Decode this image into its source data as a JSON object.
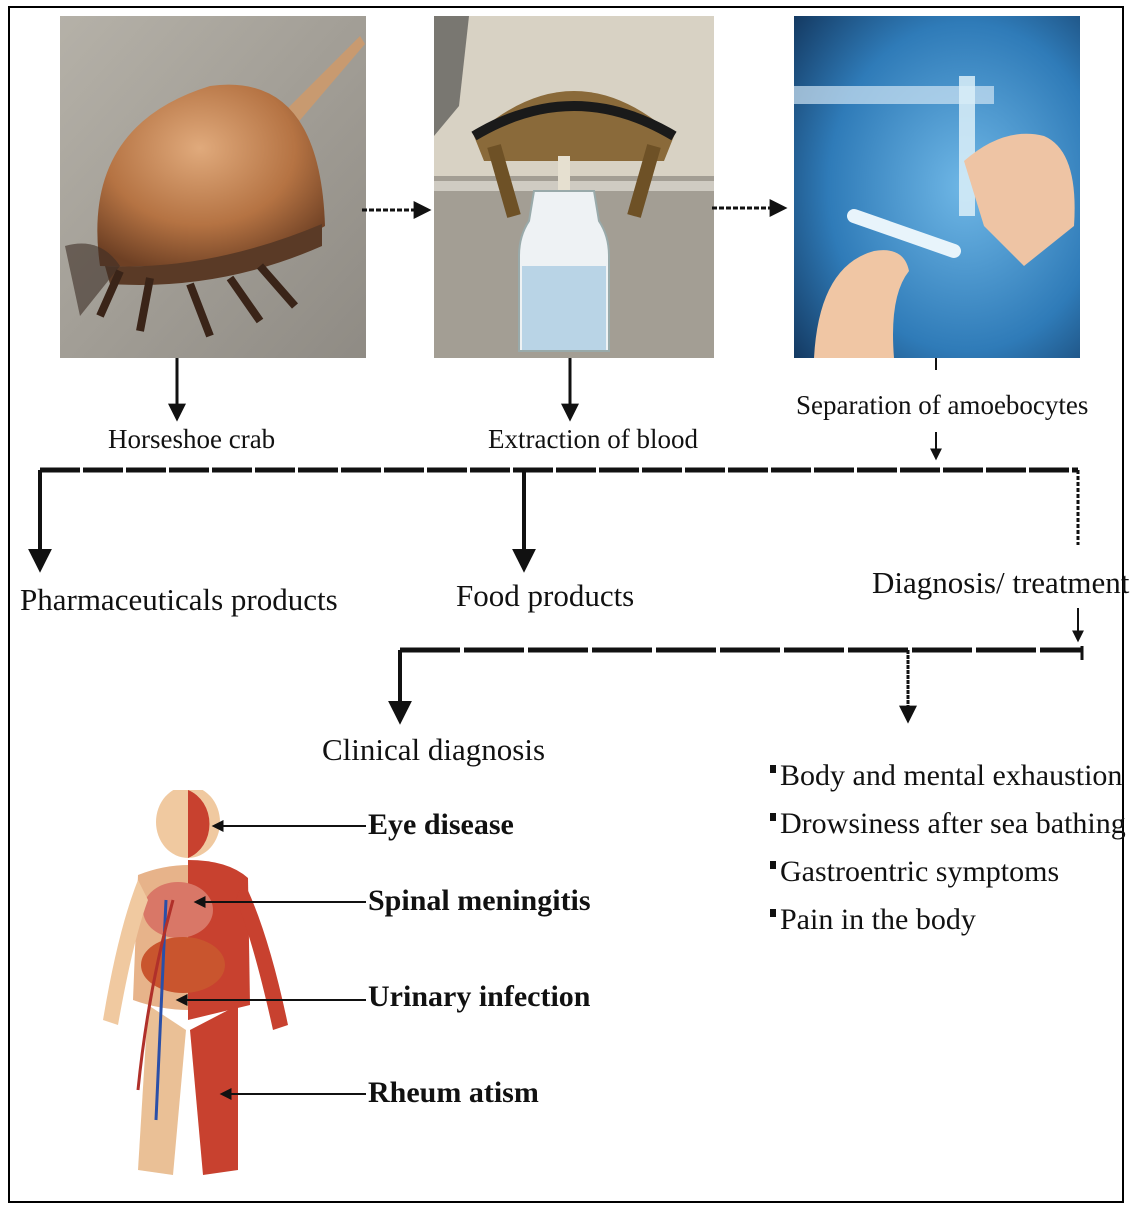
{
  "photos": [
    {
      "icon": "horseshoe-crab-photo"
    },
    {
      "icon": "blood-extraction-photo"
    },
    {
      "icon": "amoebocyte-test-tube-photo"
    }
  ],
  "labels": {
    "horseshoe_crab": "Horseshoe crab",
    "extraction_of_blood": "Extraction of blood",
    "separation_of_amoebocytes": "Separation of amoebocytes",
    "pharmaceuticals_products": "Pharmaceuticals products",
    "food_products": "Food products",
    "diagnosis_treatment": "Diagnosis/ treatment",
    "clinical_diagnosis": "Clinical diagnosis"
  },
  "diseases": [
    "Eye disease",
    "Spinal meningitis",
    "Urinary infection",
    "Rheum atism"
  ],
  "symptoms": [
    "Body and mental exhaustion",
    "Drowsiness after sea bathing",
    "Gastroentric symptoms",
    "Pain in the body"
  ],
  "colors": {
    "crab_shell": "#b8794a",
    "sand": "#a7a39a",
    "blood": "#b9d4e6",
    "lab_blue": "#2f7bb8",
    "muscle": "#c8412f",
    "skin": "#f0c9a0"
  }
}
